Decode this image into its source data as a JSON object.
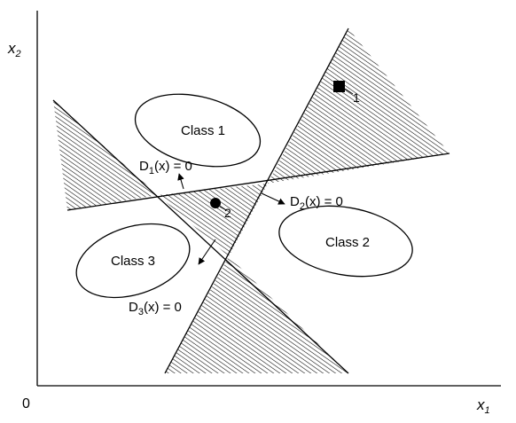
{
  "axes": {
    "x_label": "x",
    "x_subscript": "1",
    "y_label": "x",
    "y_subscript": "2",
    "origin_label": "0"
  },
  "classes": [
    {
      "label": "Class 1"
    },
    {
      "label": "Class 2"
    },
    {
      "label": "Class 3"
    }
  ],
  "decision_lines": [
    {
      "prefix": "D",
      "subscript": "1",
      "suffix": "(x) = 0"
    },
    {
      "prefix": "D",
      "subscript": "2",
      "suffix": "(x) = 0"
    },
    {
      "prefix": "D",
      "subscript": "3",
      "suffix": "(x) = 0"
    }
  ],
  "points": [
    {
      "label": "1",
      "marker": "filled-square"
    },
    {
      "label": "2",
      "marker": "filled-circle"
    }
  ],
  "colors": {
    "ink": "#000000",
    "background": "#ffffff"
  }
}
